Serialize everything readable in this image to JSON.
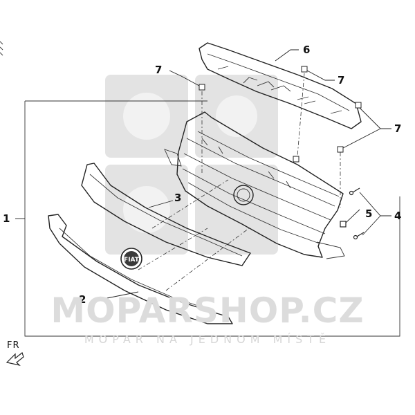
{
  "watermark": {
    "brand": "MOPARSHOP.CZ",
    "tagline": "MOPAR NA JEDNOM MÍSTĚ"
  },
  "direction_label": "FR",
  "callouts": [
    "1",
    "2",
    "3",
    "4",
    "5",
    "6",
    "7"
  ],
  "colors": {
    "line": "#222222",
    "watermark": "#dcdcdc",
    "background": "#ffffff"
  }
}
